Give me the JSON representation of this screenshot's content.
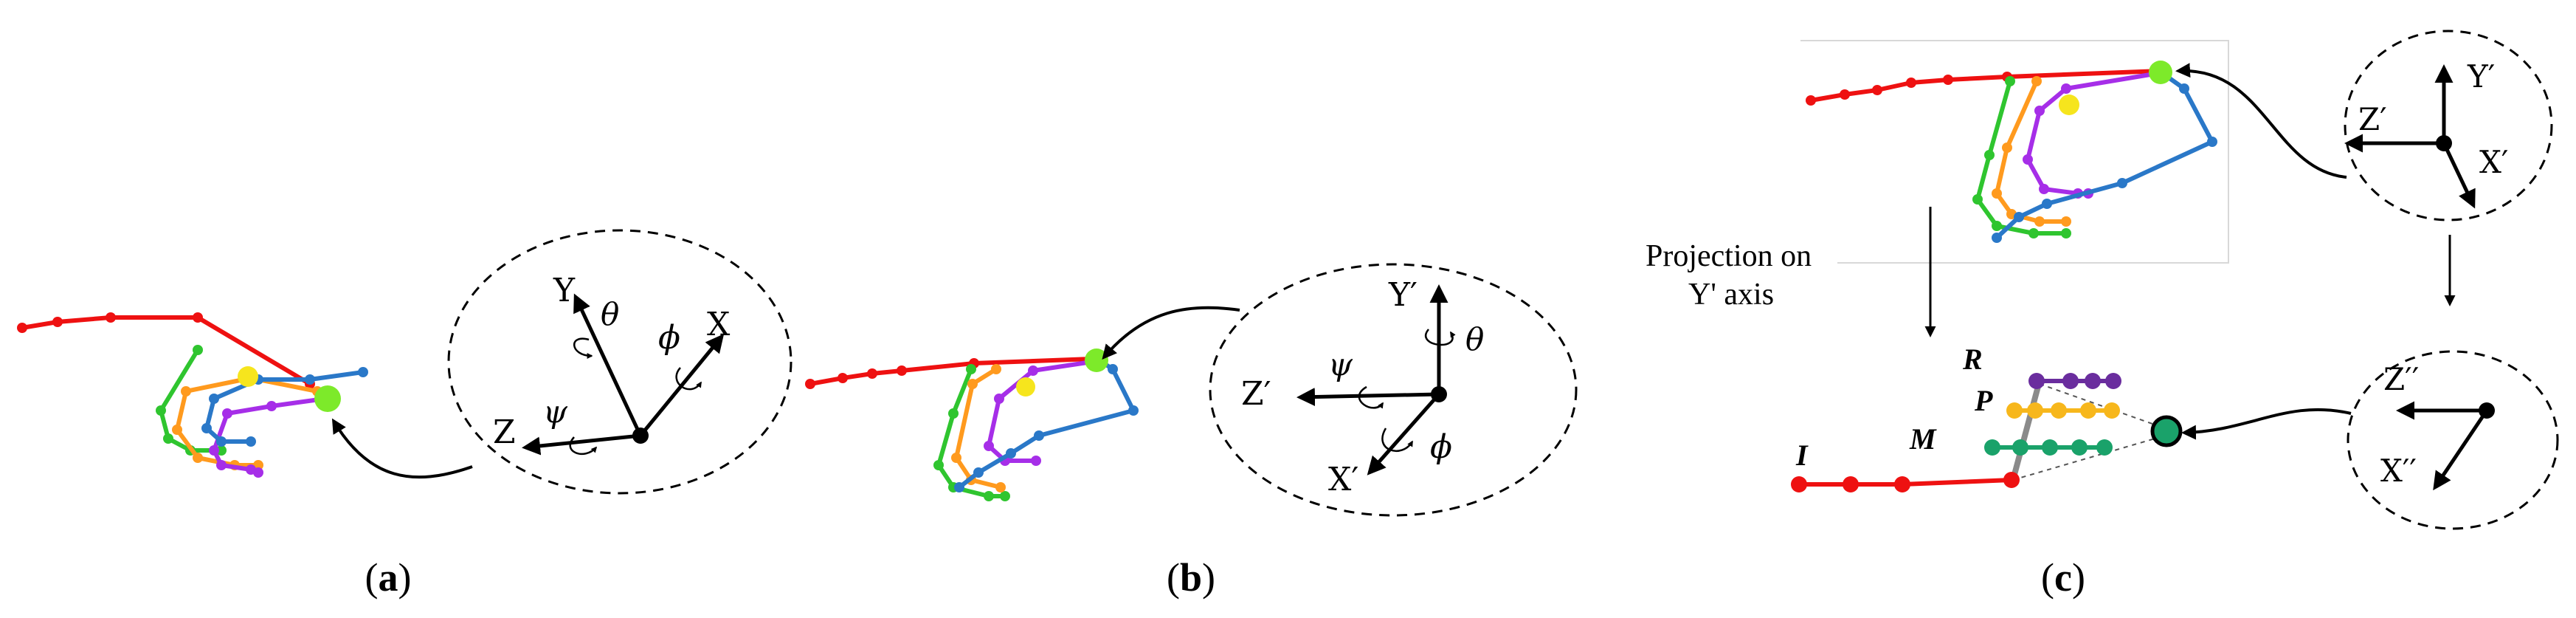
{
  "colors": {
    "red": "#ee1111",
    "orange": "#ff9a1e",
    "green": "#2fc52f",
    "purple": "#a62ee8",
    "blue": "#2a78c8",
    "yellow": "#f6e51d",
    "lime": "#7dea2a",
    "dark_green": "#1aa26a",
    "dark_purple": "#6a2d9e",
    "gold": "#f7b71c"
  },
  "panels": [
    {
      "id": "a",
      "caption_open": "(",
      "caption_letter": "a",
      "caption_close": ")",
      "axes": {
        "x": "X",
        "y": "Y",
        "z": "Z"
      },
      "rotations": {
        "theta": "θ",
        "phi": "ϕ",
        "psi": "ψ"
      }
    },
    {
      "id": "b",
      "caption_open": "(",
      "caption_letter": "b",
      "caption_close": ")",
      "axes": {
        "x": "X′",
        "y": "Y′",
        "z": "Z′"
      },
      "rotations": {
        "theta": "θ",
        "phi": "ϕ",
        "psi": "ψ"
      }
    },
    {
      "id": "c",
      "caption_open": "(",
      "caption_letter": "c",
      "caption_close": ")",
      "axes_top": {
        "x": "X′",
        "y": "Y′",
        "z": "Z′"
      },
      "axes_bottom": {
        "x": "X′′",
        "z": "Z′′"
      },
      "projection_lines": [
        "Projection on",
        "Y' axis"
      ],
      "finger_labels": {
        "R": "R",
        "P": "P",
        "M": "M",
        "I": "I"
      }
    }
  ]
}
